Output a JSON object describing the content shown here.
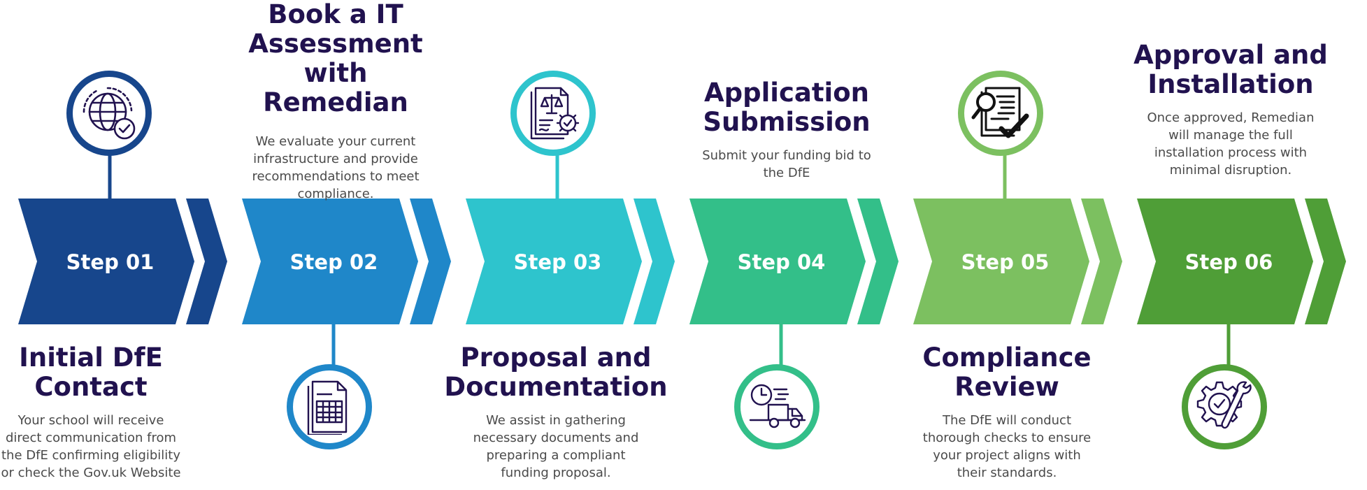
{
  "steps": [
    {
      "label": "Step 01",
      "title": "Initial DfE\nContact",
      "description": "Your school will receive\ndirect communication from\nthe DfE confirming eligibility\nor check the Gov.uk Website",
      "color": "#17468c",
      "icon": "globe-check-icon"
    },
    {
      "label": "Step 02",
      "title": "Book a IT\nAssessment with\nRemedian",
      "description": "We evaluate your current\ninfrastructure and provide\nrecommendations to meet\ncompliance.",
      "color": "#1f87c9",
      "icon": "spreadsheet-document-icon"
    },
    {
      "label": "Step 03",
      "title": "Proposal and\nDocumentation",
      "description": "We assist in gathering\nnecessary documents and\npreparing a compliant\nfunding proposal.",
      "color": "#2ec4cd",
      "icon": "legal-document-gear-icon"
    },
    {
      "label": "Step 04",
      "title": "Application\nSubmission",
      "description": "Submit your funding bid to\nthe DfE",
      "color": "#33bf89",
      "icon": "delivery-truck-clock-icon"
    },
    {
      "label": "Step 05",
      "title": "Compliance\nReview",
      "description": "The DfE will conduct\nthorough checks to ensure\nyour project aligns with\ntheir standards.",
      "color": "#7cc060",
      "icon": "magnifier-document-check-icon"
    },
    {
      "label": "Step 06",
      "title": "Approval and\nInstallation",
      "description": "Once approved, Remedian\nwill manage the full\ninstallation process with\nminimal disruption.",
      "color": "#4f9e37",
      "icon": "gear-wrench-check-icon"
    }
  ]
}
